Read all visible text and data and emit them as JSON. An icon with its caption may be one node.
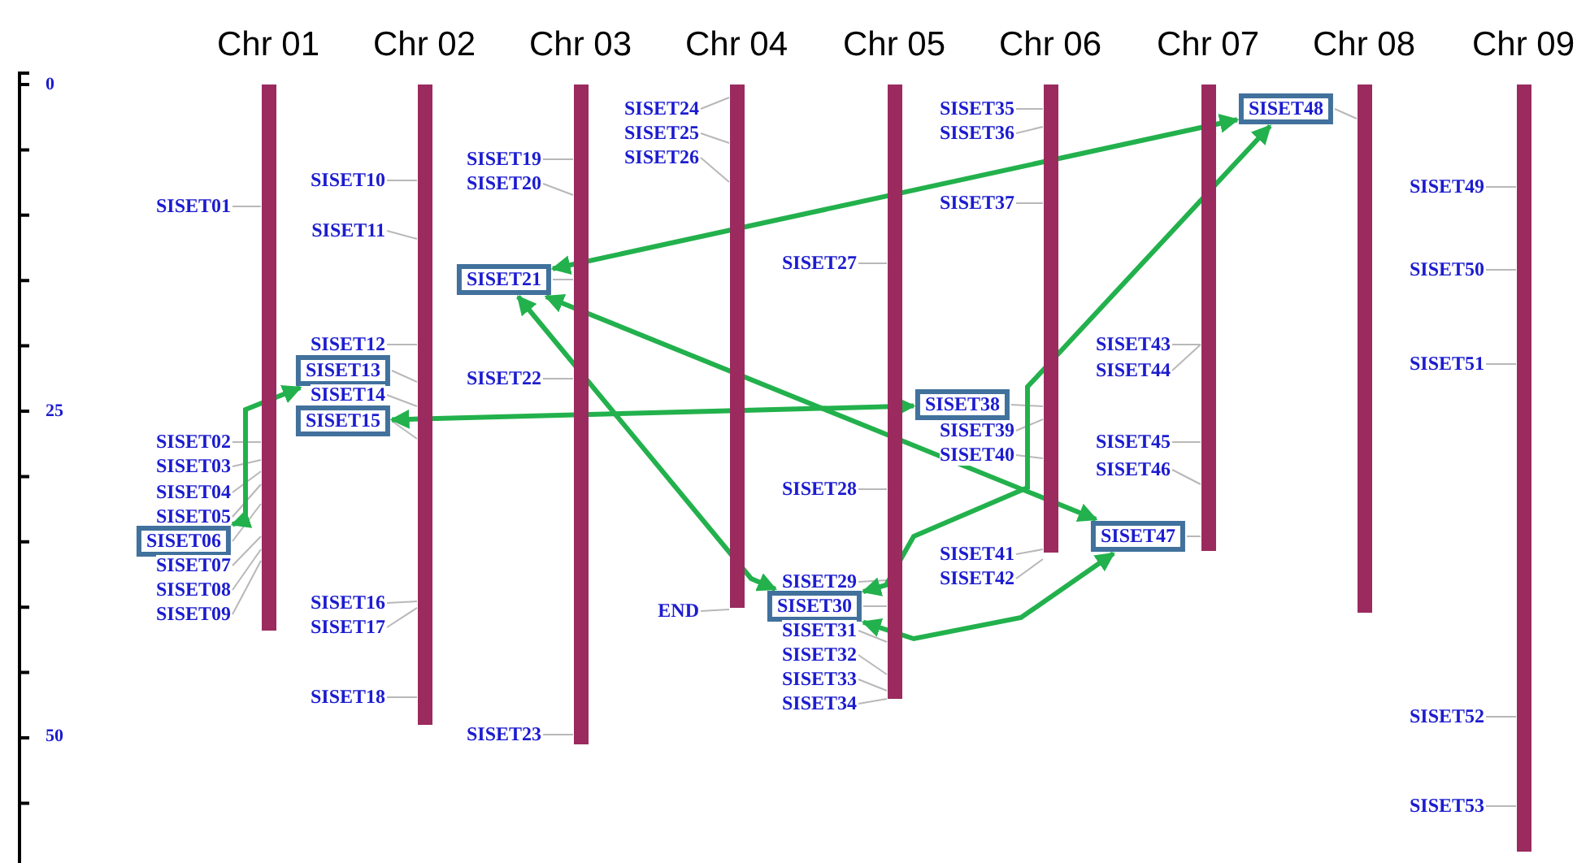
{
  "diagram": {
    "nodes": [
      {
        "text": [
          "Chr 01"
        ]
      },
      {
        "text": [
          "Chr 02"
        ]
      },
      {
        "text": [
          "Chr 03"
        ]
      },
      {
        "text": [
          "Chr 04"
        ]
      },
      {
        "text": [
          "Chr 05"
        ]
      },
      {
        "text": [
          "Chr 06"
        ]
      },
      {
        "text": [
          "Chr 07"
        ]
      },
      {
        "text": [
          "Chr 08"
        ]
      },
      {
        "text": [
          "Chr 09"
        ]
      },
      {
        "text": [
          "SISET01"
        ]
      },
      {
        "text": [
          "SISET02"
        ]
      },
      {
        "text": [
          "SISET03"
        ]
      },
      {
        "text": [
          "SISET04"
        ]
      },
      {
        "text": [
          "SISET05"
        ]
      },
      {
        "text": [
          "SISET06"
        ]
      },
      {
        "text": [
          "SISET07"
        ]
      },
      {
        "text": [
          "SISET08"
        ]
      },
      {
        "text": [
          "SISET09"
        ]
      },
      {
        "text": [
          "SISET10"
        ]
      },
      {
        "text": [
          "SISET11"
        ]
      },
      {
        "text": [
          "SISET12"
        ]
      },
      {
        "text": [
          "SISET13"
        ]
      },
      {
        "text": [
          "SISET14"
        ]
      },
      {
        "text": [
          "SISET15"
        ]
      },
      {
        "text": [
          "SISET16"
        ]
      },
      {
        "text": [
          "SISET17"
        ]
      },
      {
        "text": [
          "SISET18"
        ]
      },
      {
        "text": [
          "SISET19"
        ]
      },
      {
        "text": [
          "SISET20"
        ]
      },
      {
        "text": [
          "SISET21"
        ]
      },
      {
        "text": [
          "SISET22"
        ]
      },
      {
        "text": [
          "SISET23"
        ]
      },
      {
        "text": [
          "SISET24"
        ]
      },
      {
        "text": [
          "SISET25"
        ]
      },
      {
        "text": [
          "SISET26"
        ]
      },
      {
        "text": [
          "END"
        ]
      },
      {
        "text": [
          "SISET27"
        ]
      },
      {
        "text": [
          "SISET28"
        ]
      },
      {
        "text": [
          "SISET29"
        ]
      },
      {
        "text": [
          "SISET30"
        ]
      },
      {
        "text": [
          "SISET31"
        ]
      },
      {
        "text": [
          "SISET32"
        ]
      },
      {
        "text": [
          "SISET33"
        ]
      },
      {
        "text": [
          "SISET34"
        ]
      },
      {
        "text": [
          "SISET35"
        ]
      },
      {
        "text": [
          "SISET36"
        ]
      },
      {
        "text": [
          "SISET37"
        ]
      },
      {
        "text": [
          "SISET38"
        ]
      },
      {
        "text": [
          "SISET39"
        ]
      },
      {
        "text": [
          "SISET40"
        ]
      },
      {
        "text": [
          "SISET41"
        ]
      },
      {
        "text": [
          "SISET42"
        ]
      },
      {
        "text": [
          "SISET43"
        ]
      },
      {
        "text": [
          "SISET44"
        ]
      },
      {
        "text": [
          "SISET45"
        ]
      },
      {
        "text": [
          "SISET46"
        ]
      },
      {
        "text": [
          "SISET47"
        ]
      },
      {
        "text": [
          "SISET48"
        ]
      },
      {
        "text": [
          "SISET49"
        ]
      },
      {
        "text": [
          "SISET50"
        ]
      },
      {
        "text": [
          "SISET51"
        ]
      },
      {
        "text": [
          "SISET52"
        ]
      },
      {
        "text": [
          "SISET53"
        ]
      }
    ],
    "edges": [
      {
        "from": 9,
        "to": 0,
        "arrow": "none"
      },
      {
        "from": 10,
        "to": 0,
        "arrow": "none"
      },
      {
        "from": 11,
        "to": 0,
        "arrow": "none"
      },
      {
        "from": 12,
        "to": 0,
        "arrow": "none"
      },
      {
        "from": 13,
        "to": 0,
        "arrow": "none"
      },
      {
        "from": 14,
        "to": 0,
        "arrow": "none"
      },
      {
        "from": 15,
        "to": 0,
        "arrow": "none"
      },
      {
        "from": 16,
        "to": 0,
        "arrow": "none"
      },
      {
        "from": 17,
        "to": 0,
        "arrow": "none"
      },
      {
        "from": 18,
        "to": 1,
        "arrow": "none"
      },
      {
        "from": 19,
        "to": 1,
        "arrow": "none"
      },
      {
        "from": 20,
        "to": 1,
        "arrow": "none"
      },
      {
        "from": 21,
        "to": 1,
        "arrow": "none"
      },
      {
        "from": 22,
        "to": 1,
        "arrow": "none"
      },
      {
        "from": 23,
        "to": 1,
        "arrow": "none"
      },
      {
        "from": 24,
        "to": 1,
        "arrow": "none"
      },
      {
        "from": 25,
        "to": 1,
        "arrow": "none"
      },
      {
        "from": 26,
        "to": 1,
        "arrow": "none"
      },
      {
        "from": 27,
        "to": 2,
        "arrow": "none"
      },
      {
        "from": 28,
        "to": 2,
        "arrow": "none"
      },
      {
        "from": 29,
        "to": 2,
        "arrow": "none"
      },
      {
        "from": 30,
        "to": 2,
        "arrow": "none"
      },
      {
        "from": 31,
        "to": 2,
        "arrow": "none"
      },
      {
        "from": 32,
        "to": 3,
        "arrow": "none"
      },
      {
        "from": 33,
        "to": 3,
        "arrow": "none"
      },
      {
        "from": 34,
        "to": 3,
        "arrow": "none"
      },
      {
        "from": 35,
        "to": 3,
        "arrow": "none"
      },
      {
        "from": 36,
        "to": 4,
        "arrow": "none"
      },
      {
        "from": 37,
        "to": 4,
        "arrow": "none"
      },
      {
        "from": 38,
        "to": 4,
        "arrow": "none"
      },
      {
        "from": 39,
        "to": 4,
        "arrow": "none"
      },
      {
        "from": 40,
        "to": 4,
        "arrow": "none"
      },
      {
        "from": 41,
        "to": 4,
        "arrow": "none"
      },
      {
        "from": 42,
        "to": 4,
        "arrow": "none"
      },
      {
        "from": 43,
        "to": 4,
        "arrow": "none"
      },
      {
        "from": 44,
        "to": 5,
        "arrow": "none"
      },
      {
        "from": 45,
        "to": 5,
        "arrow": "none"
      },
      {
        "from": 46,
        "to": 5,
        "arrow": "none"
      },
      {
        "from": 47,
        "to": 5,
        "arrow": "none"
      },
      {
        "from": 48,
        "to": 5,
        "arrow": "none"
      },
      {
        "from": 49,
        "to": 5,
        "arrow": "none"
      },
      {
        "from": 50,
        "to": 5,
        "arrow": "none"
      },
      {
        "from": 51,
        "to": 5,
        "arrow": "none"
      },
      {
        "from": 52,
        "to": 6,
        "arrow": "none"
      },
      {
        "from": 53,
        "to": 6,
        "arrow": "none"
      },
      {
        "from": 54,
        "to": 6,
        "arrow": "none"
      },
      {
        "from": 55,
        "to": 6,
        "arrow": "none"
      },
      {
        "from": 56,
        "to": 6,
        "arrow": "none"
      },
      {
        "from": 57,
        "to": 7,
        "arrow": "none"
      },
      {
        "from": 58,
        "to": 8,
        "arrow": "none"
      },
      {
        "from": 59,
        "to": 8,
        "arrow": "none"
      },
      {
        "from": 60,
        "to": 8,
        "arrow": "none"
      },
      {
        "from": 61,
        "to": 8,
        "arrow": "none"
      },
      {
        "from": 62,
        "to": 8,
        "arrow": "none"
      },
      {
        "from": 14,
        "to": 21,
        "arrow": "both",
        "style": "thick",
        "color": "#22b14c"
      },
      {
        "from": 23,
        "to": 47,
        "arrow": "both",
        "style": "thick",
        "color": "#22b14c"
      },
      {
        "from": 29,
        "to": 57,
        "arrow": "both",
        "style": "thick",
        "color": "#22b14c"
      },
      {
        "from": 29,
        "to": 39,
        "arrow": "both",
        "style": "thick",
        "color": "#22b14c"
      },
      {
        "from": 29,
        "to": 56,
        "arrow": "both",
        "style": "thick",
        "color": "#22b14c"
      },
      {
        "from": 39,
        "to": 57,
        "arrow": "both",
        "style": "thick",
        "color": "#22b14c"
      },
      {
        "from": 39,
        "to": 56,
        "arrow": "both",
        "style": "thick",
        "color": "#22b14c"
      }
    ],
    "labels": [
      "0",
      "25",
      "50"
    ]
  }
}
